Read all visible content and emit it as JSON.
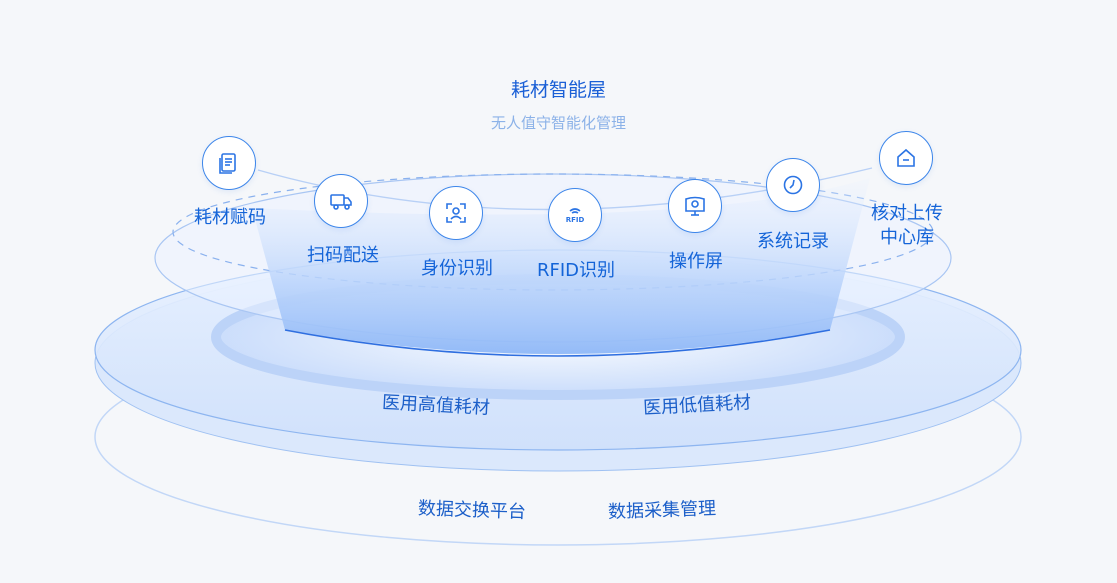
{
  "header": {
    "title": "耗材智能屋",
    "subtitle": "无人值守智能化管理"
  },
  "features": [
    {
      "label": "耗材赋码",
      "icon": "code-tag-icon"
    },
    {
      "label": "扫码配送",
      "icon": "delivery-truck-icon"
    },
    {
      "label": "身份识别",
      "icon": "face-id-icon"
    },
    {
      "label": "RFID识别",
      "icon": "rfid-icon",
      "icon_text": "RFID"
    },
    {
      "label": "操作屏",
      "icon": "screen-icon"
    },
    {
      "label": "系统记录",
      "icon": "clock-icon"
    },
    {
      "label_line1": "核对上传",
      "label_line2": "中心库",
      "icon": "home-icon"
    }
  ],
  "middle_ring": {
    "left_label": "医用高值耗材",
    "right_label": "医用低值耗材"
  },
  "bottom_ring": {
    "left_label": "数据交换平台",
    "right_label": "数据采集管理"
  },
  "colors": {
    "accent": "#1464d8",
    "icon_stroke": "#3d86ea",
    "background": "#f5f7fa"
  }
}
